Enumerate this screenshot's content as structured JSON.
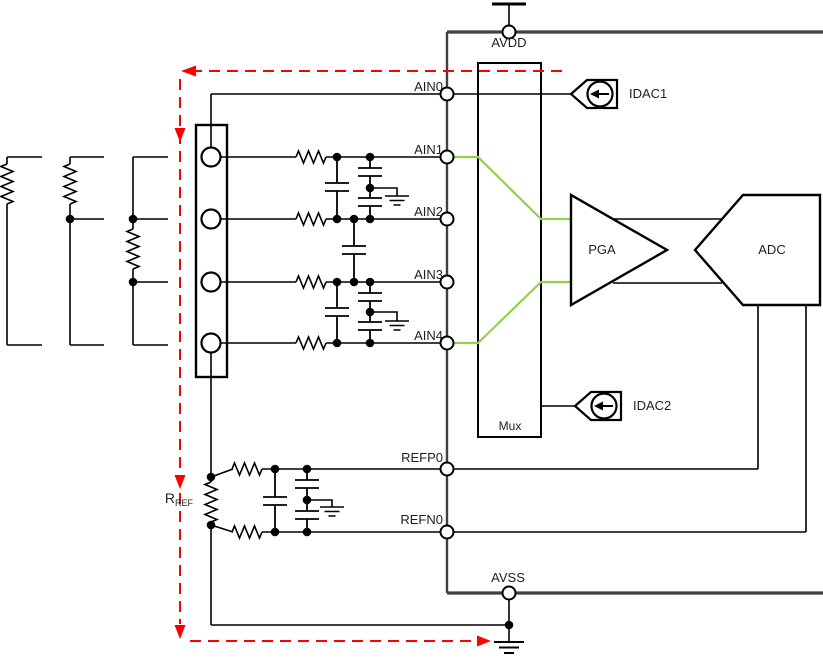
{
  "labels": {
    "avdd": "AVDD",
    "avss": "AVSS",
    "ain0": "AIN0",
    "ain1": "AIN1",
    "ain2": "AIN2",
    "ain3": "AIN3",
    "ain4": "AIN4",
    "refp0": "REFP0",
    "refn0": "REFN0",
    "idac1": "IDAC1",
    "idac2": "IDAC2",
    "pga": "PGA",
    "adc": "ADC",
    "mux": "Mux",
    "rref_main": "R",
    "rref_sub": "REF"
  },
  "colors": {
    "wire": "#000000",
    "outline": "#404040",
    "signal_green": "#92D050",
    "current_red": "#FF0000"
  },
  "components": {
    "chip_pins_left": [
      "AIN0",
      "AIN1",
      "AIN2",
      "AIN3",
      "AIN4",
      "REFP0",
      "REFN0"
    ],
    "chip_pin_top": "AVDD",
    "chip_pin_bottom": "AVSS",
    "internal_blocks": [
      "Mux",
      "PGA",
      "ADC"
    ],
    "current_sources": [
      "IDAC1",
      "IDAC2"
    ],
    "external_reference_resistor": "RREF",
    "sensor_options": [
      "rtd-2wire",
      "rtd-3wire",
      "rtd-4wire"
    ],
    "green_routes": [
      "AIN1-to-PGA-positive",
      "AIN4-to-PGA-negative"
    ],
    "red_dashed_path": "excitation-current-loop"
  }
}
